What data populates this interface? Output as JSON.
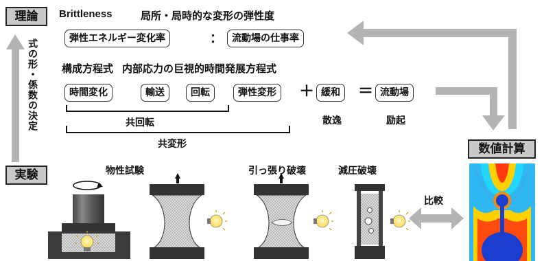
{
  "labels": {
    "theory": "理論",
    "experiment": "実験",
    "side_vertical": "式の形・係数の決定",
    "brittleness": "Brittleness",
    "brittleness_desc": "局所・局時的な変形の弾性度",
    "elastic_energy_rate": "弾性エネルギー変化率",
    "colon": "：",
    "flow_work_rate": "流動場の仕事率",
    "constitutive_bold": "構成方程式",
    "constitutive_desc": "内部応力の巨視的時間発展方程式",
    "terms": {
      "time_change": "時間変化",
      "transport": "輸送",
      "rotation": "回転",
      "elastic_deformation": "弾性変形",
      "plus": "＋",
      "relaxation": "緩和",
      "equals": "＝",
      "flow_field": "流動場"
    },
    "corotation": "共回転",
    "codeformation": "共変形",
    "dissipation": "散逸",
    "excitation": "励起",
    "numerical_calc": "数値計算",
    "property_test": "物性試験",
    "tensile_fracture": "引っ張り破壊",
    "decompression_fracture": "減圧破壊",
    "comparison": "比較"
  },
  "colors": {
    "arrow_gray": "#b4b4b4",
    "tag_bg": "#c9c9c9",
    "sim_blue": "#1a3fcf",
    "sim_red": "#e83020",
    "bulb_yellow": "#ffd84a"
  }
}
